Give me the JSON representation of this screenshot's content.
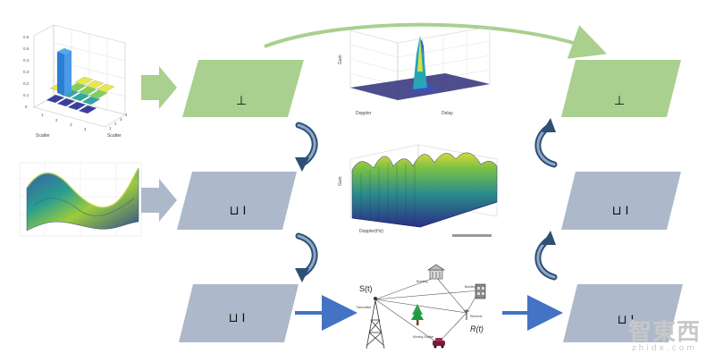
{
  "colors": {
    "green_panel": "#A9D08E",
    "gray_panel": "#ADB9CA",
    "blue_arrow": "#4472C4",
    "curve_arrow": "#2F4F73",
    "green_arrow": "#A9D08E",
    "gray_arrow": "#ADB9CA"
  },
  "panels": [
    {
      "name": "panel-left-top",
      "label": "⊥"
    },
    {
      "name": "panel-left-middle",
      "label": "⊔ I"
    },
    {
      "name": "panel-left-bottom",
      "label": "⊔ I"
    },
    {
      "name": "panel-right-top",
      "label": "⊥"
    },
    {
      "name": "panel-right-middle",
      "label": "⊔ I"
    },
    {
      "name": "panel-right-bottom",
      "label": "⊔ I"
    }
  ],
  "bar3d": {
    "x_label": "Scatter",
    "y_label": "Scatter",
    "x_ticks": [
      "1",
      "2",
      "3",
      "4"
    ],
    "y_ticks": [
      "1",
      "2",
      "3",
      "4"
    ],
    "z_ticks": [
      "0",
      "0.1",
      "0.2",
      "0.3",
      "0.4",
      "0.5",
      "0.6"
    ]
  },
  "peak3d": {
    "x_label": "Doppler",
    "y_label": "Delay",
    "z_label": "Gain"
  },
  "landscape3d": {
    "x_label": "Doppler(Hz)",
    "z_label": "Gain"
  },
  "scene": {
    "source_label": "S(t)",
    "receiver_label": "R(t)",
    "transmitter_label": "Transmitter",
    "building_label": "Building",
    "building2_label": "Building",
    "receiver_small_label": "Receiver",
    "moving_scatter_label": "Moving Scatter"
  },
  "watermark": {
    "main": "智東西",
    "sub": "zhidx.com"
  }
}
